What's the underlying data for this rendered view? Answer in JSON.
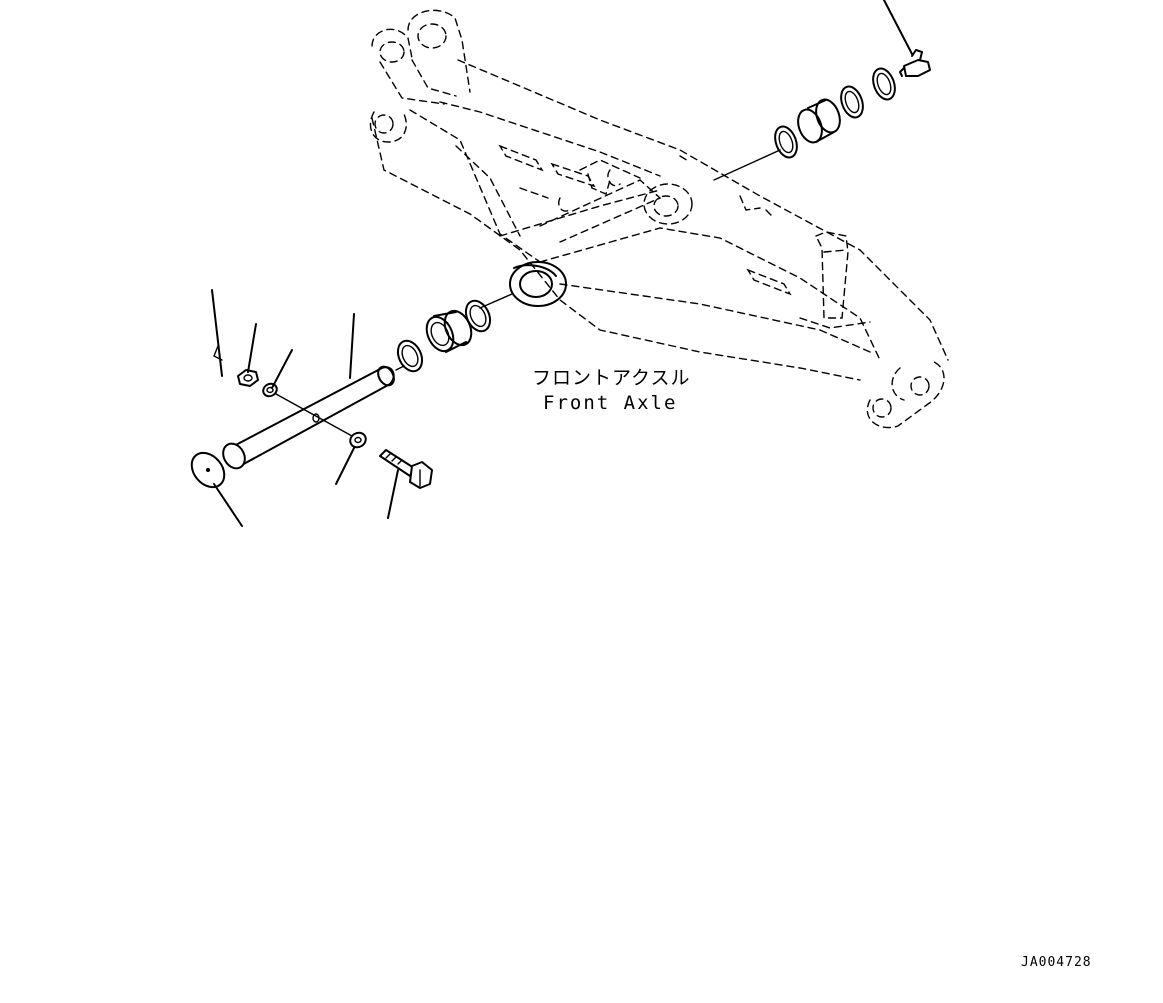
{
  "callout_jp": "フロントアクスル",
  "callout_en": "Front Axle",
  "drawing_id": "JA004728",
  "icons": {
    "axle_frame": "front-axle-frame-icon",
    "pin": "axle-pin-icon",
    "grease_fitting": "grease-fitting-icon"
  }
}
